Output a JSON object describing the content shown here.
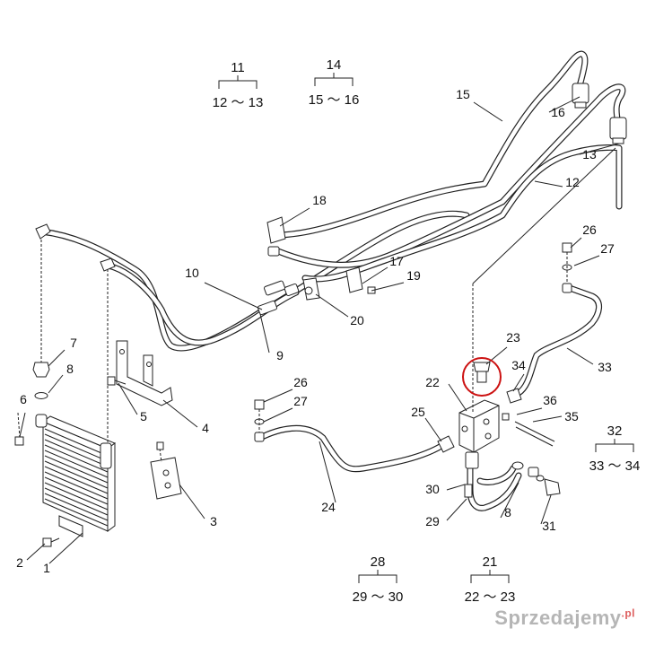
{
  "callouts": [
    {
      "id": "c1",
      "text": "1"
    },
    {
      "id": "c2",
      "text": "2"
    },
    {
      "id": "c3",
      "text": "3"
    },
    {
      "id": "c4",
      "text": "4"
    },
    {
      "id": "c5",
      "text": "5"
    },
    {
      "id": "c6",
      "text": "6"
    },
    {
      "id": "c7",
      "text": "7"
    },
    {
      "id": "c8a",
      "text": "8"
    },
    {
      "id": "c8b",
      "text": "8"
    },
    {
      "id": "c9",
      "text": "9"
    },
    {
      "id": "c10",
      "text": "10"
    },
    {
      "id": "c12",
      "text": "12"
    },
    {
      "id": "c13",
      "text": "13"
    },
    {
      "id": "c15",
      "text": "15"
    },
    {
      "id": "c16",
      "text": "16"
    },
    {
      "id": "c17",
      "text": "17"
    },
    {
      "id": "c18",
      "text": "18"
    },
    {
      "id": "c19",
      "text": "19"
    },
    {
      "id": "c20",
      "text": "20"
    },
    {
      "id": "c22",
      "text": "22"
    },
    {
      "id": "c23",
      "text": "23"
    },
    {
      "id": "c24",
      "text": "24"
    },
    {
      "id": "c25",
      "text": "25"
    },
    {
      "id": "c26a",
      "text": "26"
    },
    {
      "id": "c26b",
      "text": "26"
    },
    {
      "id": "c27a",
      "text": "27"
    },
    {
      "id": "c27b",
      "text": "27"
    },
    {
      "id": "c29",
      "text": "29"
    },
    {
      "id": "c30",
      "text": "30"
    },
    {
      "id": "c31",
      "text": "31"
    },
    {
      "id": "c33",
      "text": "33"
    },
    {
      "id": "c34",
      "text": "34"
    },
    {
      "id": "c35",
      "text": "35"
    },
    {
      "id": "c36",
      "text": "36"
    }
  ],
  "groups": [
    {
      "id": "g11",
      "top": "11",
      "bottom": "12 ～ 13"
    },
    {
      "id": "g14",
      "top": "14",
      "bottom": "15 ～ 16"
    },
    {
      "id": "g21",
      "top": "21",
      "bottom": "22 ～ 23"
    },
    {
      "id": "g28",
      "top": "28",
      "bottom": "29 ～ 30"
    },
    {
      "id": "g32",
      "top": "32",
      "bottom": "33 ～ 34"
    }
  ],
  "highlight": {
    "callout": "23",
    "color": "#cc1111"
  },
  "watermark": {
    "text": "Sprzedajemy",
    "suffix": ".pl"
  }
}
